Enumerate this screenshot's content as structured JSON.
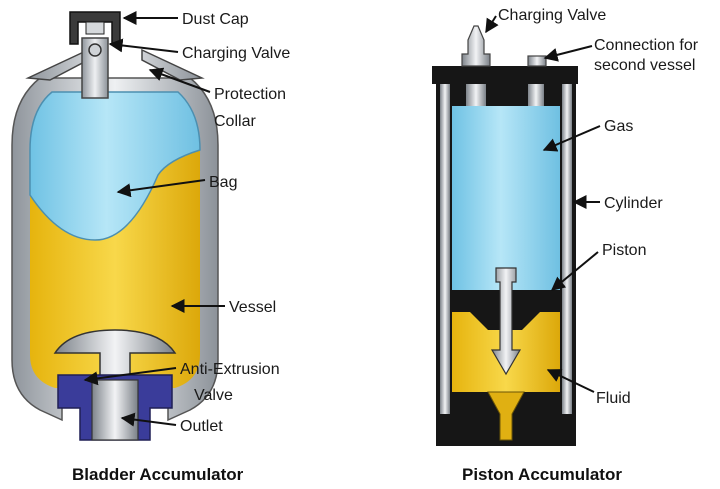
{
  "bladder": {
    "caption": "Bladder Accumulator",
    "labels": {
      "dust_cap": "Dust Cap",
      "charging_valve": "Charging Valve",
      "protection_collar_1": "Protection",
      "protection_collar_2": "Collar",
      "bag": "Bag",
      "vessel": "Vessel",
      "anti_extrusion_1": "Anti-Extrusion",
      "anti_extrusion_2": "Valve",
      "outlet": "Outlet"
    }
  },
  "piston": {
    "caption": "Piston Accumulator",
    "labels": {
      "charging_valve": "Charging Valve",
      "connection_1": "Connection for",
      "connection_2": "second vessel",
      "gas": "Gas",
      "cylinder": "Cylinder",
      "piston": "Piston",
      "fluid": "Fluid"
    }
  },
  "colors": {
    "gas": "#9ad8f0",
    "fluid": "#f2c81e",
    "metal": "#b9bec4",
    "dark": "#161616",
    "outlet": "#3a3c9a",
    "brass": "#e0b012"
  }
}
